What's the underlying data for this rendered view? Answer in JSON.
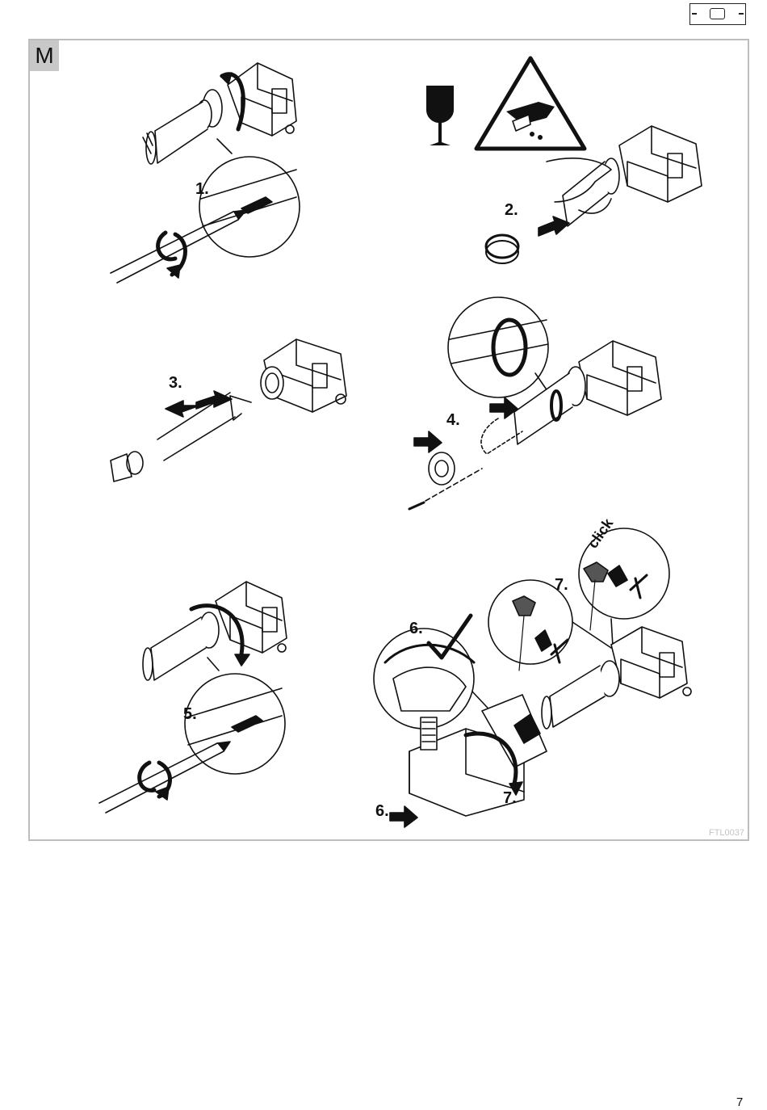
{
  "header": {
    "tab_icon": "device-tab-icon"
  },
  "section": {
    "label": "M"
  },
  "steps": {
    "s1": "1.",
    "s2": "2.",
    "s3": "3.",
    "s4": "4.",
    "s5": "5.",
    "s6a": "6.",
    "s6b": "6.",
    "s7a": "7.",
    "s7b": "7."
  },
  "click_text": "click",
  "doc_ref": "FTL0037",
  "page_number": "7",
  "icons": [
    "fragile-glass-icon",
    "hand-warning-triangle-icon",
    "check-mark-icon",
    "rotate-arrow-icon",
    "push-arrow-icon"
  ]
}
